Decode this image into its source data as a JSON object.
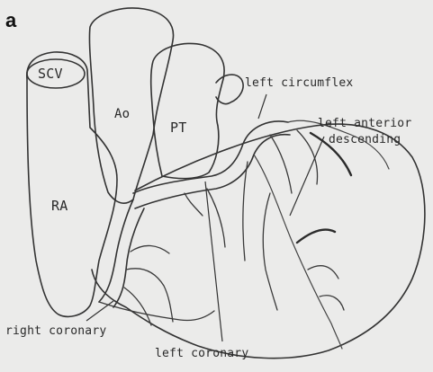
{
  "panel_letter": "a",
  "labels": {
    "scv": "SCV",
    "ao": "Ao",
    "pt": "PT",
    "ra": "RA",
    "left_circumflex": "left circumflex",
    "left_anterior_line1": "left anterior",
    "left_anterior_line2": "descending",
    "right_coronary": "right coronary",
    "left_coronary": "left coronary"
  }
}
